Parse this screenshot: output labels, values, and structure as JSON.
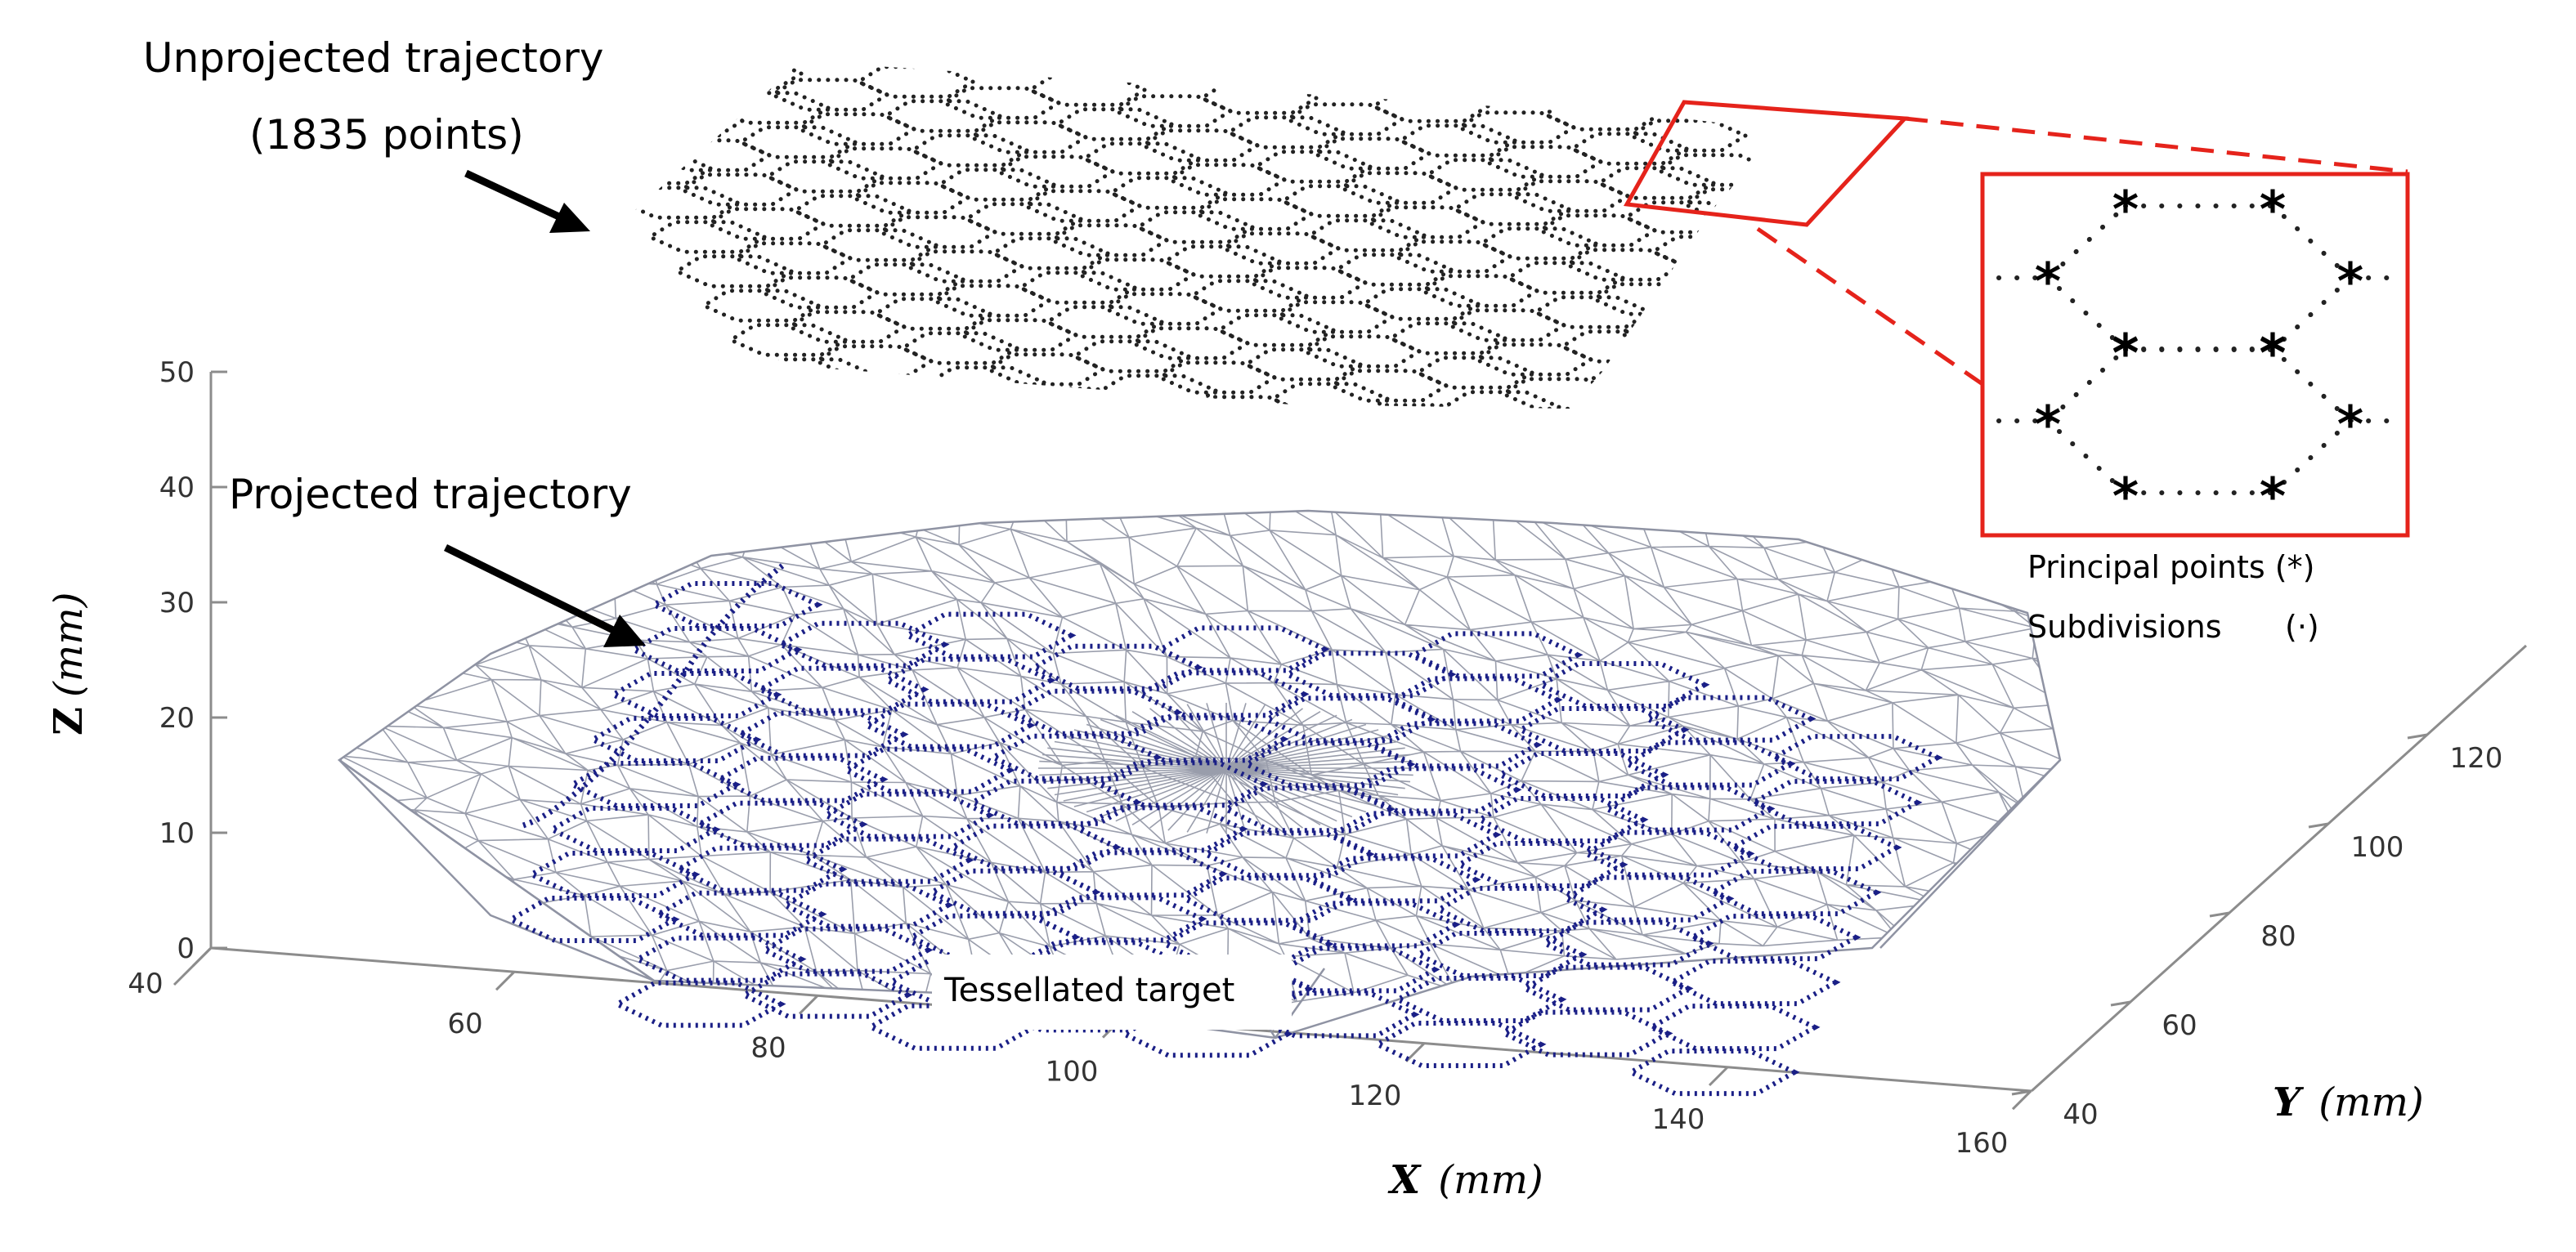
{
  "figure": {
    "unprojected_label_line1": "Unprojected trajectory",
    "unprojected_label_line2": "(1835 points)",
    "projected_label": "Projected trajectory",
    "target_label": "Tessellated target",
    "legend_principal": "Principal points (*)",
    "legend_subdivisions": "Subdivisions",
    "legend_subdivisions_symbol": "(·)",
    "colors": {
      "mesh": "#8f93a3",
      "trajectory": "#1a1f86",
      "callout": "#e5231b",
      "dots": "#222222"
    }
  },
  "axes": {
    "z_label_var": "Z",
    "z_label_unit": "(mm)",
    "x_label_var": "X",
    "x_label_unit": "(mm)",
    "y_label_var": "Y",
    "y_label_unit": "(mm)",
    "z_ticks": [
      "0",
      "10",
      "20",
      "30",
      "40",
      "50"
    ],
    "x_ticks": [
      "40",
      "60",
      "80",
      "100",
      "120",
      "140",
      "160"
    ],
    "y_ticks": [
      "40",
      "60",
      "80",
      "100",
      "120"
    ]
  }
}
